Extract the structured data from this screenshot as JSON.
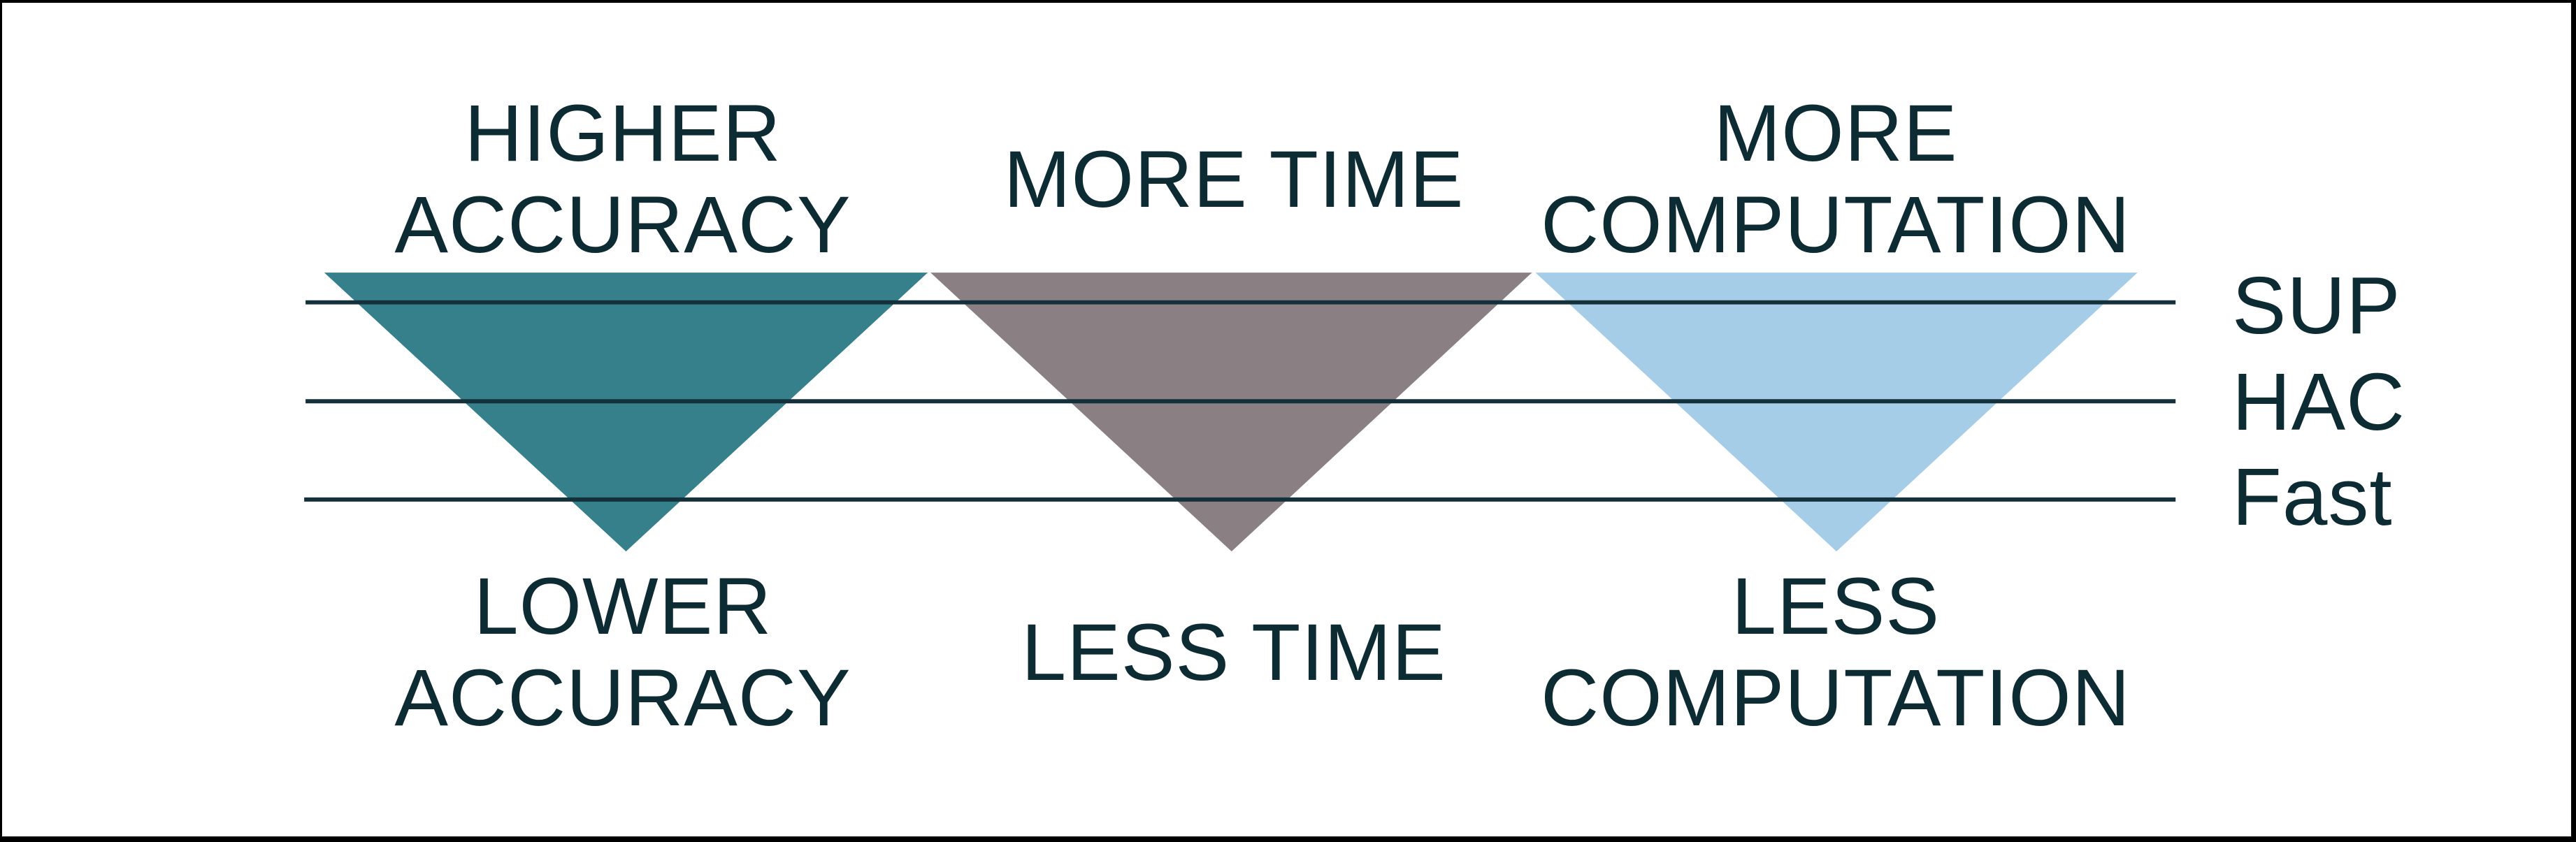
{
  "colors": {
    "background": "#ffffff",
    "frame": "#000000",
    "line": "#14303a",
    "text": "#0d2b33",
    "accuracy_funnel": "#35808b",
    "time_funnel": "#8a8084",
    "computation_funnel": "#a6cde8"
  },
  "funnels": [
    {
      "id": "accuracy",
      "top_label": "HIGHER ACCURACY",
      "bottom_label": "LOWER ACCURACY",
      "color": "#35808b"
    },
    {
      "id": "time",
      "top_label": "MORE TIME",
      "bottom_label": "LESS TIME",
      "color": "#8a8084"
    },
    {
      "id": "computation",
      "top_label": "MORE COMPUTATION",
      "bottom_label": "LESS COMPUTATION",
      "color": "#a6cde8"
    }
  ],
  "levels": [
    {
      "label": "SUP"
    },
    {
      "label": "HAC"
    },
    {
      "label": "Fast"
    }
  ]
}
